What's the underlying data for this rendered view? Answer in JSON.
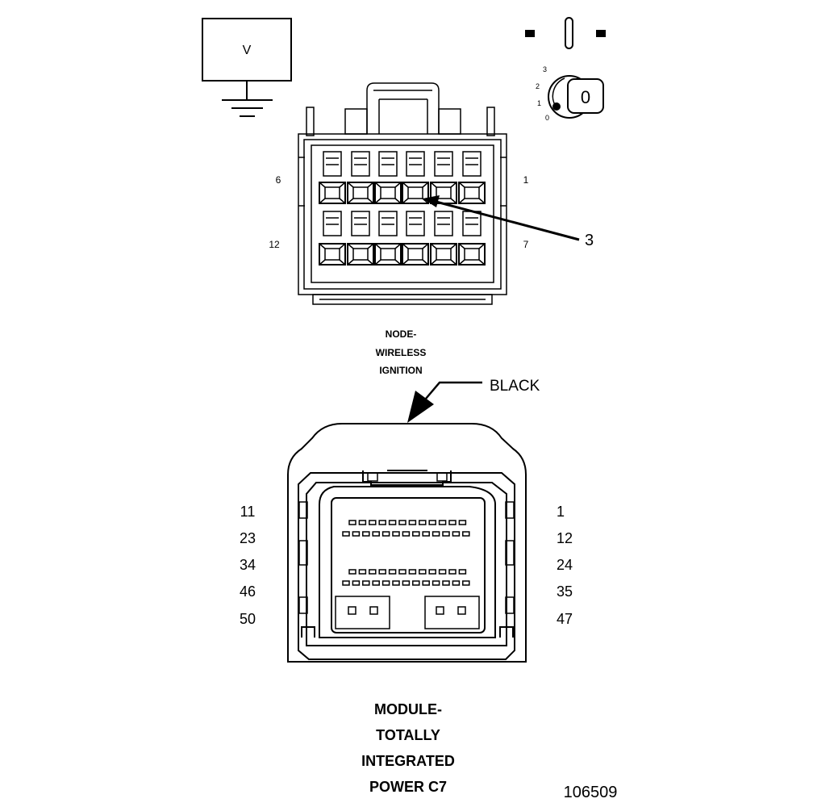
{
  "meter": {
    "label": "V"
  },
  "key_switch": {
    "positions": [
      "3",
      "2",
      "1",
      "0"
    ],
    "key_label": "0"
  },
  "top_connector": {
    "pin_labels": {
      "top_left": "6",
      "top_right": "1",
      "bottom_left": "12",
      "bottom_right": "7"
    },
    "callout": "3",
    "caption_lines": [
      "NODE-",
      "WIRELESS",
      "IGNITION"
    ]
  },
  "bottom_connector": {
    "color_label": "BLACK",
    "left_pins": [
      "11",
      "23",
      "34",
      "46",
      "50"
    ],
    "right_pins": [
      "1",
      "12",
      "24",
      "35",
      "47"
    ],
    "caption_lines": [
      "MODULE-",
      "TOTALLY",
      "INTEGRATED",
      "POWER C7"
    ]
  },
  "figure_id": "106509"
}
